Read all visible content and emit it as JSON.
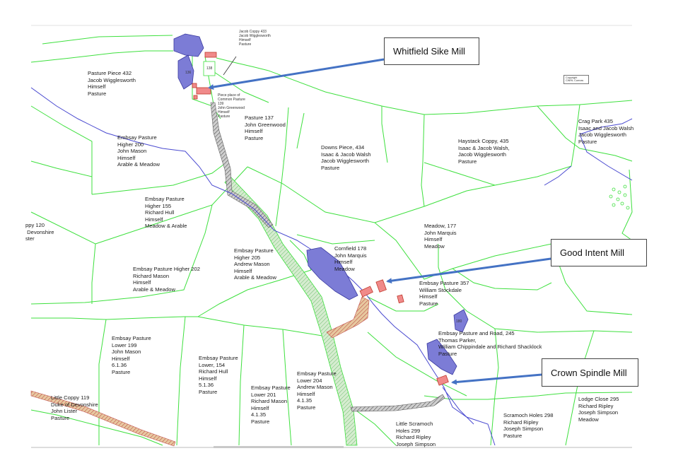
{
  "callouts": {
    "whitfield": "Whitfield Sike Mill",
    "good_intent": "Good Intent Mill",
    "crown_spindle": "Crown Spindle Mill"
  },
  "copyright": "Copyright\nCWHL Curnow",
  "tiny": {
    "p433": "Jacob Coppy 433\nJacob Wigglesworth\nHimself\nPasture",
    "p136": "136",
    "p138": "138",
    "p_pieceplace": "Piece place of\nCommon Pasture\n139\nJohn Greenwood\nHimself\nPasture",
    "p180": "180"
  },
  "parcels": {
    "p432": "Pasture Piece 432\nJacob Wigglesworth\nHimself\nPasture",
    "p137": "Pasture 137\nJohn Greenwood\nHimself\nPasture",
    "p434": "Downs Piece, 434\nIsaac & Jacob Walsh\nJacob Wigglesworth\nPasture",
    "p435h": "Haystack Coppy, 435\nIsaac & Jacob Walsh,\nJacob Wigglesworth\nPasture",
    "p435c": "Crag Park 435\nIsaac and Jacob Walsh\nJacob Wigglesworth\nPasture",
    "p200": "Embsay Pasture\nHigher 200\nJohn Mason\nHimself\nArable & Meadow",
    "p155": "Embsay Pasture\nHigher 155\nRichard Hull\nHimself\nMeadow & Arable",
    "p120": "ppy 120\n Devonshire\nster",
    "p177": "Meadow, 177\nJohn Marquis\nHimself\nMeadow",
    "p178": "Cornfield 178\nJohn Marquis\nHimself\nMeadow",
    "p205": "Embsay Pasture\nHigher 205\nAndrew Mason\nHimself\nArable & Meadow",
    "p202": "Embsay Pasture Higher 202\nRichard Mason\nHimself\nArable & Meadow",
    "p357": "Embsay Pasture 357\nWilliam Stockdale\nHimself\nPasture",
    "p245": "Embsay Pasture and Road, 245\nThomas Parker,\nWilliam Chippindale and Richard Shacklock\nPasture",
    "p199": "Embsay Pasture\nLower 199\nJohn Mason\nHimself\n6.1.36\nPasture",
    "p154": "Embsay Pasture\nLower, 154\nRichard Hull\nHimself\n5.1.36\nPasture",
    "p201": "Embsay Pasture\nLower 201\nRichard Mason\nHimself\n4.1.35\nPasture",
    "p204": "Embsay Pasture\nLower 204\nAndrew Mason\nHimself\n4.1.35\nPasture",
    "p119": "Little Coppy 119\nDuke of Devonshire\nJohn Lister\nPasture",
    "p299": "Little Scramoch\nHoles 299\nRichard Ripley\nJoseph Simpson",
    "p298": "Scramoch Holes 298\nRichard Ripley\nJoseph Simpson\nPasture",
    "p295": "Lodge Close 295\nRichard Ripley\nJoseph Simpson\nMeadow"
  },
  "colors": {
    "boundary": "#3ee03e",
    "stream": "#4a4ad0",
    "water_fill": "#7c7cd6",
    "building_fill": "#f08a8a",
    "arrow": "#4472c4"
  }
}
